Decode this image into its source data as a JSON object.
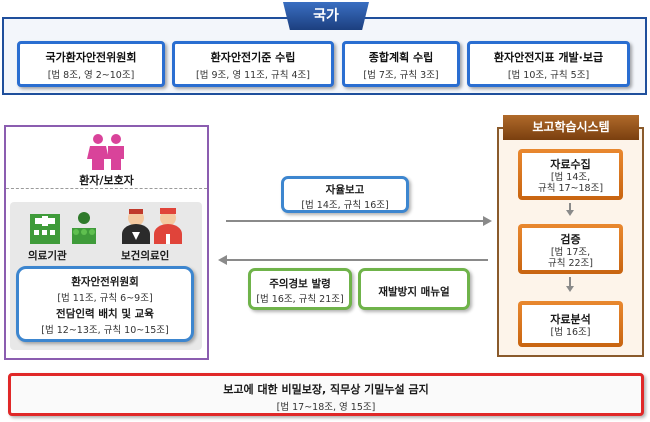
{
  "national": {
    "tab_label": "국가",
    "boxes": [
      {
        "title": "국가환자안전위원회",
        "sub": "[법 8조, 영 2~10조]"
      },
      {
        "title": "환자안전기준 수립",
        "sub": "[법 9조, 영 11조, 규칙 4조]"
      },
      {
        "title": "종합계획 수립",
        "sub": "[법 7조, 규칙 3조]"
      },
      {
        "title": "환자안전지표 개발·보급",
        "sub": "[법 10조, 규칙 5조]"
      }
    ]
  },
  "patient_side": {
    "patient_label": "환자/보호자",
    "institution_label": "의료기관",
    "staff_label": "보건의료인",
    "committee_title": "환자안전위원회",
    "committee_sub1": "[법 11조, 규칙 6~9조]",
    "committee_title2": "전담인력 배치 및 교육",
    "committee_sub2": "[법 12~13조, 규칙 10~15조]"
  },
  "flows": {
    "voluntary_report_title": "자율보고",
    "voluntary_report_sub": "[법 14조, 규칙 16조]",
    "alert_title": "주의경보 발령",
    "alert_sub": "[법 16조, 규칙 21조]",
    "manual_title": "재발방지 매뉴얼"
  },
  "system": {
    "tab_label": "보고학습시스템",
    "steps": [
      {
        "title": "자료수집",
        "sub1": "[법 14조,",
        "sub2": "규칙 17~18조]"
      },
      {
        "title": "검증",
        "sub1": "[법 17조,",
        "sub2": "규칙 22조]"
      },
      {
        "title": "자료분석",
        "sub1": "[법 16조]",
        "sub2": ""
      }
    ]
  },
  "bottom": {
    "title": "보고에 대한 비밀보장, 직무상 기밀누설 금지",
    "sub": "[법 17~18조, 영 15조]"
  },
  "colors": {
    "national_border": "#1f4f9c",
    "box_blue": "#2a6ed1",
    "patient_border": "#8b5db0",
    "system_orange": "#e9882f",
    "manual_green": "#6fb34a",
    "bottom_red": "#e02828",
    "patient_icon": "#d9439a",
    "hospital_icon": "#3f9b3a"
  }
}
